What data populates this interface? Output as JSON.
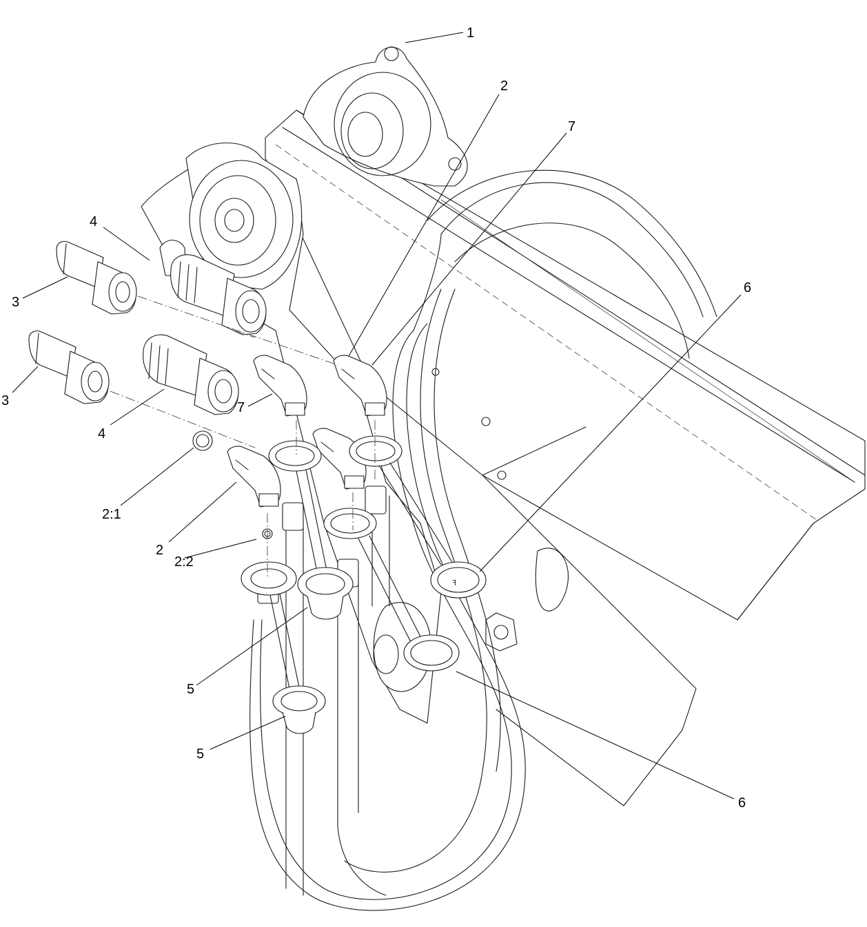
{
  "callouts": [
    {
      "id": "c1",
      "text": "1"
    },
    {
      "id": "c2a",
      "text": "2"
    },
    {
      "id": "c7a",
      "text": "7"
    },
    {
      "id": "c4a",
      "text": "4"
    },
    {
      "id": "c3a",
      "text": "3"
    },
    {
      "id": "c6a",
      "text": "6"
    },
    {
      "id": "c3b",
      "text": "3"
    },
    {
      "id": "c7b",
      "text": "7"
    },
    {
      "id": "c4b",
      "text": "4"
    },
    {
      "id": "c21",
      "text": "2:1"
    },
    {
      "id": "c2b",
      "text": "2"
    },
    {
      "id": "c22",
      "text": "2:2"
    },
    {
      "id": "c5a",
      "text": "5"
    },
    {
      "id": "c5b",
      "text": "5"
    },
    {
      "id": "c6b",
      "text": "6"
    }
  ],
  "parts": [
    {
      "ref": "1",
      "name": "mounting-bracket"
    },
    {
      "ref": "2",
      "name": "elbow-fitting"
    },
    {
      "ref": "2:1",
      "name": "o-ring"
    },
    {
      "ref": "2:2",
      "name": "o-ring"
    },
    {
      "ref": "3",
      "name": "male-quick-coupler"
    },
    {
      "ref": "4",
      "name": "female-quick-coupler"
    },
    {
      "ref": "5",
      "name": "dust-plug"
    },
    {
      "ref": "6",
      "name": "dust-cap"
    },
    {
      "ref": "7",
      "name": "elbow-fitting"
    }
  ]
}
